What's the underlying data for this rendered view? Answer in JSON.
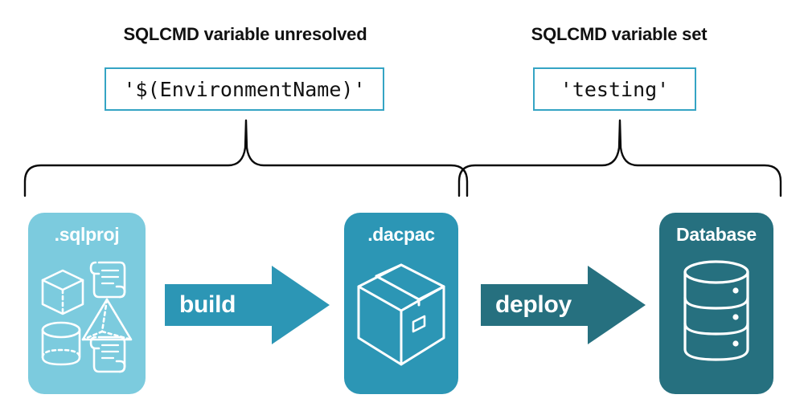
{
  "headings": {
    "left": "SQLCMD variable unresolved",
    "right": "SQLCMD variable set"
  },
  "code_boxes": {
    "left_value": "'$(EnvironmentName)'",
    "right_value": "'testing'"
  },
  "cards": [
    {
      "id": "sqlproj",
      "label": ".sqlproj",
      "color": "#7CCBDE",
      "icons": [
        "cube-icon",
        "scroll-icon",
        "pyramid-icon",
        "cylinder-icon",
        "scroll-icon"
      ]
    },
    {
      "id": "dacpac",
      "label": ".dacpac",
      "color": "#2C96B5",
      "icons": [
        "package-box-icon"
      ]
    },
    {
      "id": "database",
      "label": "Database",
      "color": "#26707F",
      "icons": [
        "database-cylinder-icon"
      ]
    }
  ],
  "arrows": [
    {
      "id": "build",
      "label": "build",
      "color": "#2C96B5"
    },
    {
      "id": "deploy",
      "label": "deploy",
      "color": "#26707F"
    }
  ],
  "braces": [
    {
      "id": "left-brace",
      "icon": "curly-brace-up-icon"
    },
    {
      "id": "right-brace",
      "icon": "curly-brace-up-icon"
    }
  ],
  "colors": {
    "accent_border": "#35A4C4",
    "light_blue": "#7CCBDE",
    "mid_blue": "#2C96B5",
    "dark_teal": "#26707F",
    "text": "#111111",
    "background": "#FFFFFF"
  }
}
